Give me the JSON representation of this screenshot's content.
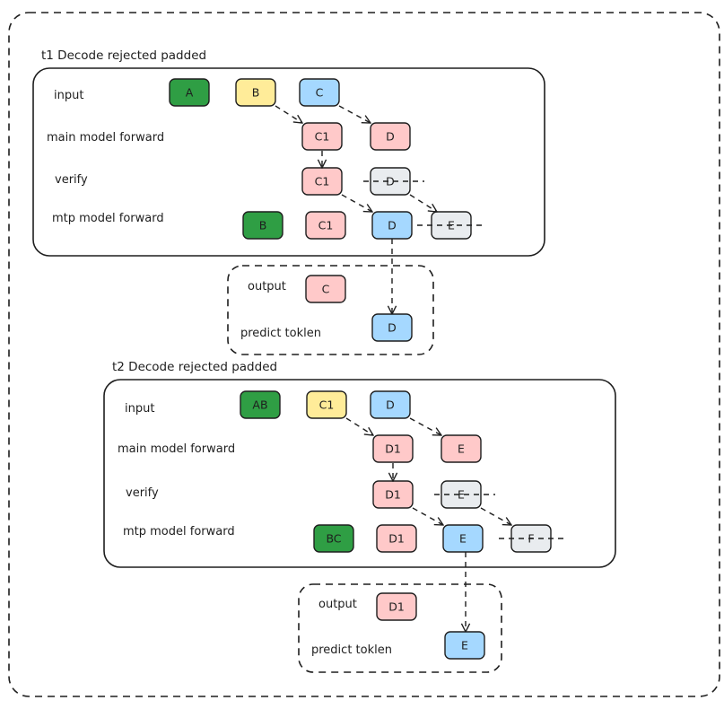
{
  "colors": {
    "green": "#2f9e44",
    "yellow": "#ffec99",
    "blue": "#a5d8ff",
    "pink": "#ffc9c9",
    "gray": "#e9ecef"
  },
  "stage1": {
    "title": "t1 Decode rejected padded",
    "rows": {
      "input": "input",
      "main": "main model forward",
      "verify": "verify",
      "mtp": "mtp model forward"
    },
    "tokens": {
      "in_a": "A",
      "in_b": "B",
      "in_c": "C",
      "main_c1": "C1",
      "main_d": "D",
      "ver_c1": "C1",
      "ver_d": "D",
      "mtp_b": "B",
      "mtp_c1": "C1",
      "mtp_d": "D",
      "mtp_e": "E"
    },
    "output_label": "output",
    "output_token": "C",
    "predict_label": "predict toklen",
    "predict_token": "D"
  },
  "stage2": {
    "title": "t2 Decode rejected padded",
    "rows": {
      "input": "input",
      "main": "main model forward",
      "verify": "verify",
      "mtp": "mtp model forward"
    },
    "tokens": {
      "in_ab": "AB",
      "in_c1": "C1",
      "in_d": "D",
      "main_d1": "D1",
      "main_e": "E",
      "ver_d1": "D1",
      "ver_e": "E",
      "mtp_bc": "BC",
      "mtp_d1": "D1",
      "mtp_e": "E",
      "mtp_f": "F"
    },
    "output_label": "output",
    "output_token": "D1",
    "predict_label": "predict toklen",
    "predict_token": "E"
  }
}
